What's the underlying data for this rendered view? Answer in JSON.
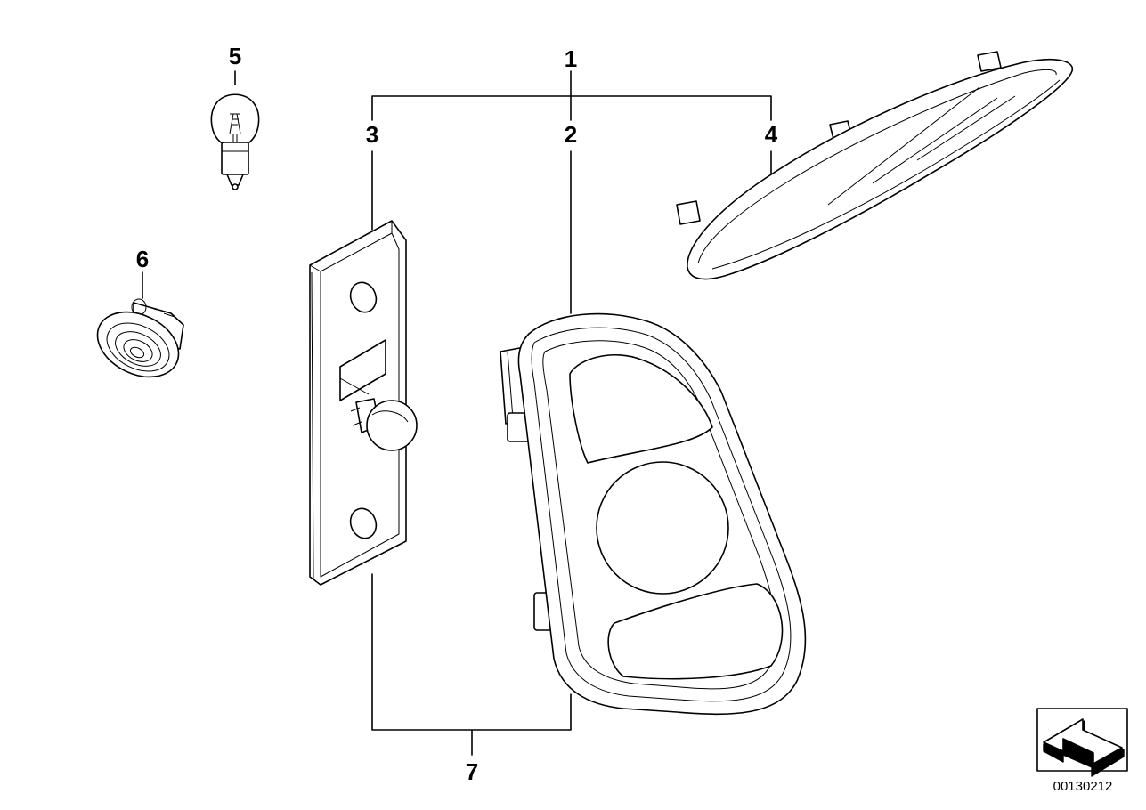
{
  "callouts": {
    "c1": "1",
    "c2": "2",
    "c3": "3",
    "c4": "4",
    "c5": "5",
    "c6": "6",
    "c7": "7"
  },
  "diagram_id": "00130212",
  "icons": {
    "bulb": "bulb-icon",
    "side_marker": "side-marker-icon",
    "carrier": "bulb-carrier-icon",
    "tail_light": "tail-light-icon",
    "third_brake": "third-brake-light-icon",
    "orientation": "orientation-arrow-icon"
  }
}
